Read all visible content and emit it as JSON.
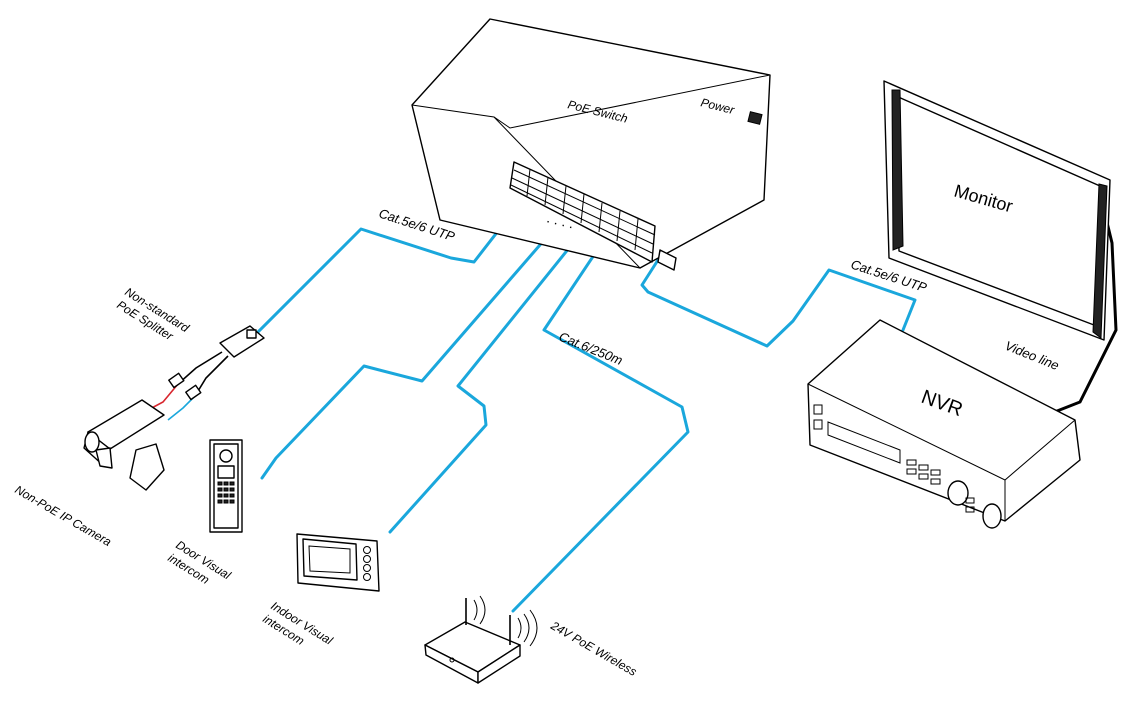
{
  "colors": {
    "cable": "#1aa7dc",
    "power_wire": "#d8262e",
    "outline": "#000000",
    "dark_fill": "#222222"
  },
  "icons": [
    "poe-switch-icon",
    "monitor-icon",
    "nvr-icon",
    "poe-splitter-icon",
    "ip-camera-icon",
    "door-intercom-icon",
    "indoor-intercom-icon",
    "wireless-ap-icon",
    "power-plug-icon"
  ],
  "devices": {
    "switch": "PoE Switch",
    "power": "Power",
    "monitor": "Monitor",
    "nvr": "NVR",
    "splitter_line1": "Non-standard",
    "splitter_line2": "PoE Splitter",
    "camera": "Non-PoE IP Camera",
    "door_line1": "Door Visual",
    "door_line2": "intercom",
    "indoor_line1": "Indoor Visual",
    "indoor_line2": "intercom",
    "wireless": "24V PoE Wireless"
  },
  "cables": {
    "splitter_link": "Cat.5e/6 UTP",
    "nvr_link": "Cat.5e/6 UTP",
    "wireless_link": "Cat.6/250m",
    "video": "Video line",
    "dots": ". . . ."
  }
}
